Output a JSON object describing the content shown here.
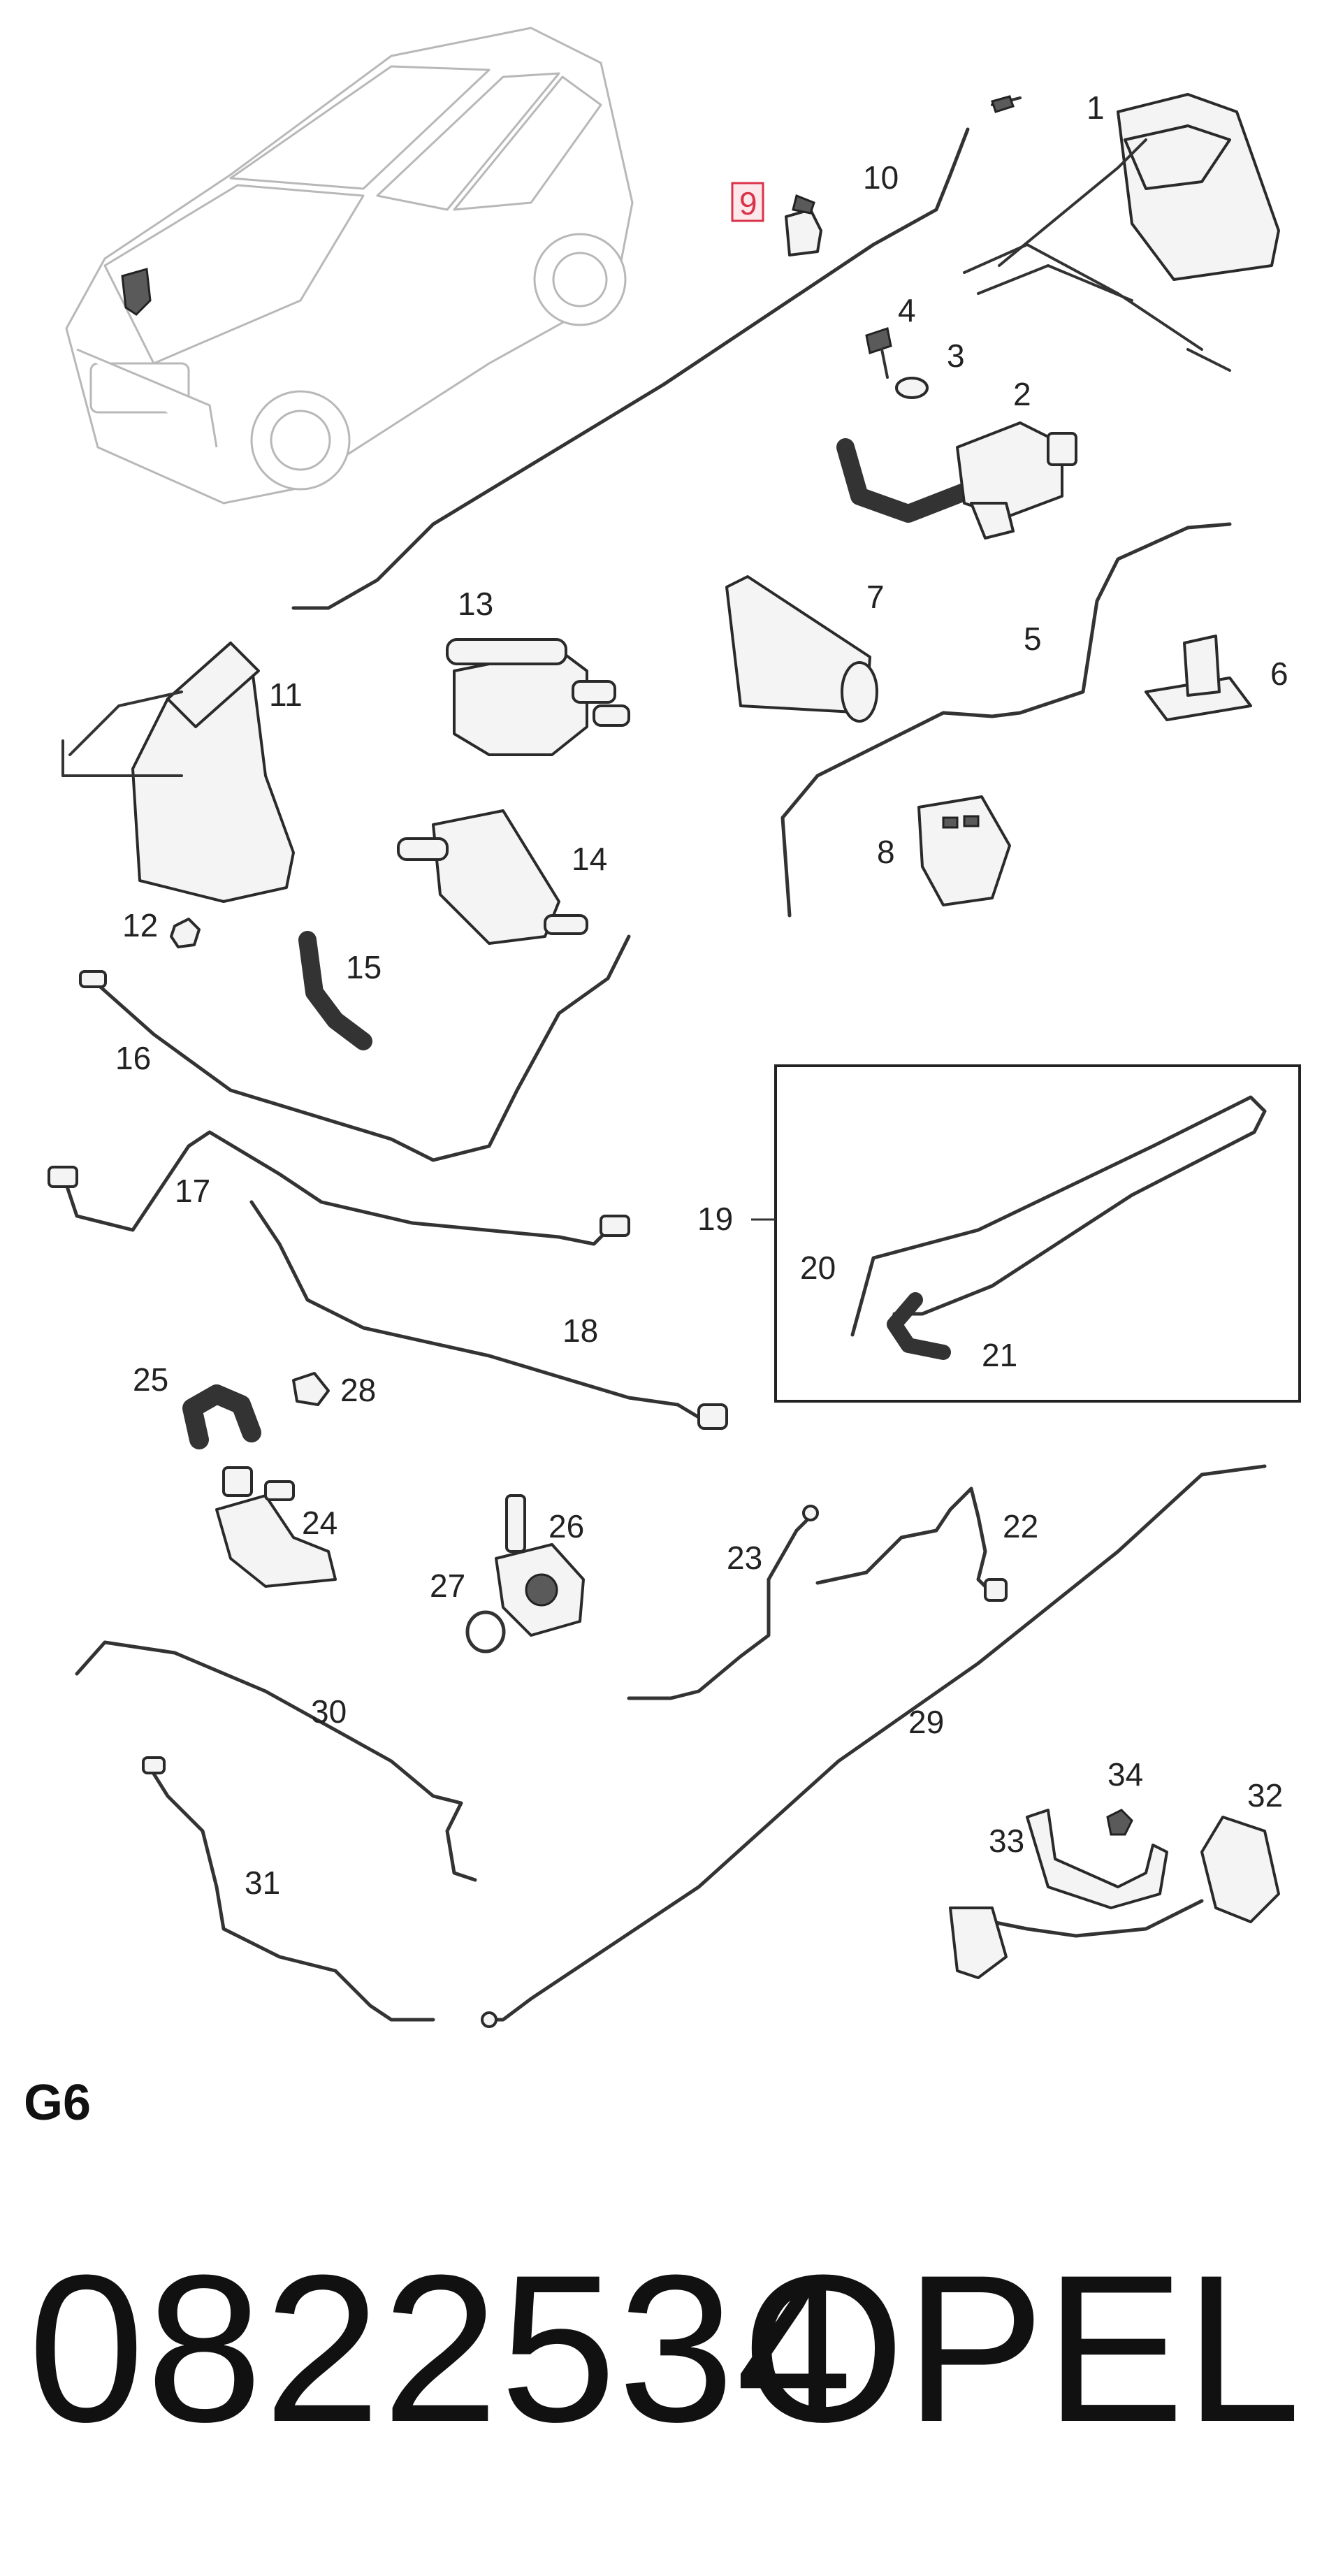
{
  "sheet_code": "G6",
  "part_number": "0822534",
  "brand": "OPEL",
  "highlight_color": "#d9334a",
  "callouts": {
    "c1": "1",
    "c2": "2",
    "c3": "3",
    "c4": "4",
    "c5": "5",
    "c6": "6",
    "c7": "7",
    "c8": "8",
    "c9": "9",
    "c10": "10",
    "c11": "11",
    "c12": "12",
    "c13": "13",
    "c14": "14",
    "c15": "15",
    "c16": "16",
    "c17": "17",
    "c18": "18",
    "c19": "19",
    "c20": "20",
    "c21": "21",
    "c22": "22",
    "c23": "23",
    "c24": "24",
    "c25": "25",
    "c26": "26",
    "c27": "27",
    "c28": "28",
    "c29": "29",
    "c30": "30",
    "c31": "31",
    "c32": "32",
    "c33": "33",
    "c34": "34"
  },
  "highlighted_callout": "9"
}
